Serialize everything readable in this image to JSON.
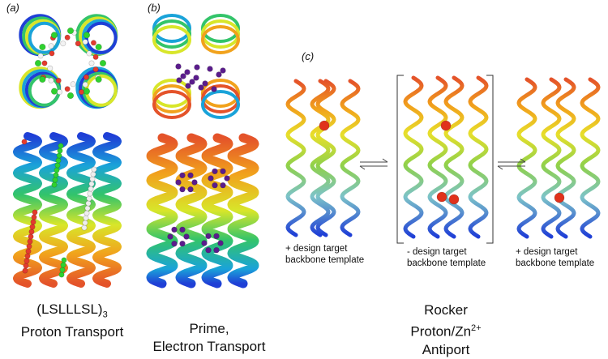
{
  "panels": {
    "a": {
      "label": "(a)",
      "caption_main": "(LSLLLSL)",
      "caption_sub": "3",
      "caption_line2": "Proton Transport"
    },
    "b": {
      "label": "(b)",
      "caption_line1": "Prime,",
      "caption_line2": "Electron Transport"
    },
    "c": {
      "label": "(c)",
      "states": [
        {
          "line1": "+ design target",
          "line2": "backbone template"
        },
        {
          "line1": "- design target",
          "line2": "backbone template"
        },
        {
          "line1": "+ design target",
          "line2": "backbone template"
        }
      ],
      "caption_line1": "Rocker",
      "caption_line2_pre": "Proton/Zn",
      "caption_line2_sup": "2+",
      "caption_line3": "Antiport"
    }
  },
  "colors": {
    "helix_gradient": [
      "#1f3fd6",
      "#1aa3d9",
      "#33c46a",
      "#d8e62a",
      "#f1a21c",
      "#e4532a"
    ],
    "residue_green": "#2fd12f",
    "oxygen_red": "#e33b2e",
    "cofactor_purple": "#5a1c8c",
    "zinc_ion": "#e0321c"
  }
}
